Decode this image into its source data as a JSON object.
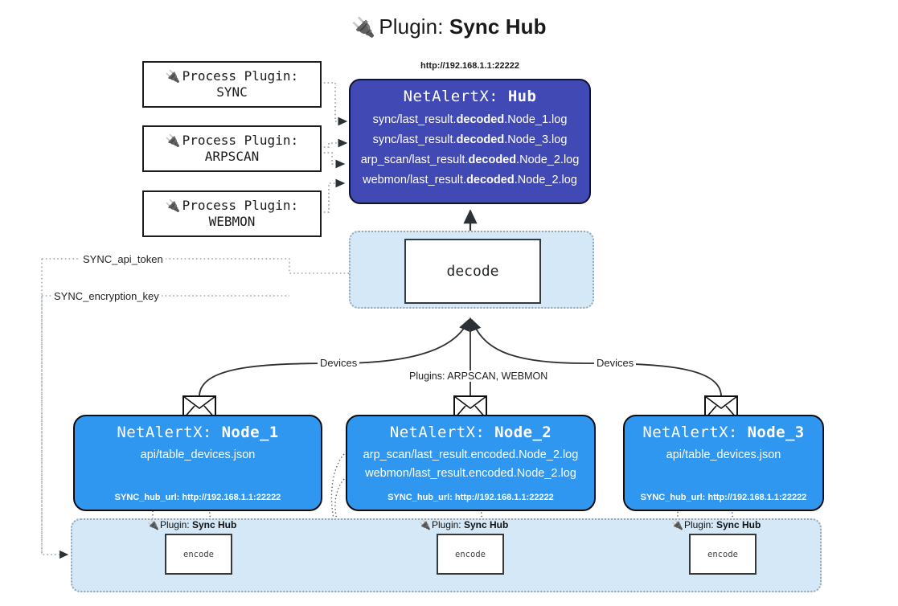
{
  "title": {
    "icon": "plug-icon",
    "lead": "Plugin: ",
    "name": "Sync Hub"
  },
  "process_plugins": [
    {
      "icon": "plug-icon",
      "line1": "Process Plugin:",
      "line2": "SYNC"
    },
    {
      "icon": "plug-icon",
      "line1": "Process Plugin:",
      "line2": "ARPSCAN"
    },
    {
      "icon": "plug-icon",
      "line1": "Process Plugin:",
      "line2": "WEBMON"
    }
  ],
  "hub": {
    "url": "http://192.168.1.1:22222",
    "title_prefix": "NetAlertX: ",
    "title_name": "Hub",
    "logs": [
      {
        "pre": "sync/last_result.",
        "mid": "decoded",
        "post": ".Node_1.log"
      },
      {
        "pre": "sync/last_result.",
        "mid": "decoded",
        "post": ".Node_3.log"
      },
      {
        "pre": "arp_scan/last_result.",
        "mid": "decoded",
        "post": ".Node_2.log"
      },
      {
        "pre": "webmon/last_result.",
        "mid": "decoded",
        "post": ".Node_2.log"
      }
    ]
  },
  "decode": {
    "label": "decode"
  },
  "secrets": {
    "api_token": "SYNC_api_token",
    "encryption_key": "SYNC_encryption_key"
  },
  "edge_labels": {
    "devices_left": "Devices",
    "devices_right": "Devices",
    "plugins_center": "Plugins: ARPSCAN, WEBMON"
  },
  "nodes": [
    {
      "title_prefix": "NetAlertX: ",
      "title_name": "Node_1",
      "lines": [
        "api/table_devices.json"
      ],
      "footer": "SYNC_hub_url: http://192.168.1.1:22222"
    },
    {
      "title_prefix": "NetAlertX: ",
      "title_name": "Node_2",
      "lines": [
        "arp_scan/last_result.encoded.Node_2.log",
        "webmon/last_result.encoded.Node_2.log"
      ],
      "footer": "SYNC_hub_url: http://192.168.1.1:22222"
    },
    {
      "title_prefix": "NetAlertX: ",
      "title_name": "Node_3",
      "lines": [
        "api/table_devices.json"
      ],
      "footer": "SYNC_hub_url: http://192.168.1.1:22222"
    }
  ],
  "encoders": [
    {
      "icon": "plug-icon",
      "label_lead": "Plugin: ",
      "label_name": "Sync Hub",
      "box": "encode"
    },
    {
      "icon": "plug-icon",
      "label_lead": "Plugin: ",
      "label_name": "Sync Hub",
      "box": "encode"
    },
    {
      "icon": "plug-icon",
      "label_lead": "Plugin: ",
      "label_name": "Sync Hub",
      "box": "encode"
    }
  ],
  "colors": {
    "hub_fill": "#4149b5",
    "node_fill": "#2f97ef",
    "group_fill": "#d5e8f8",
    "stroke": "#111111",
    "dotted_stroke": "#9aa6ae",
    "page_bg": "#ffffff"
  }
}
